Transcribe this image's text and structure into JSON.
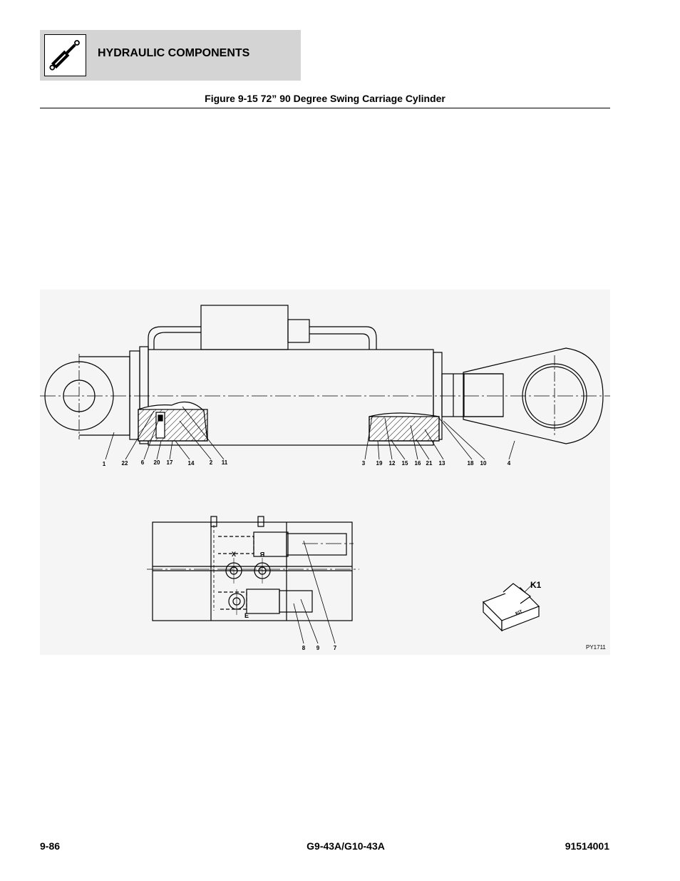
{
  "header": {
    "section_title": "HYDRAULIC COMPONENTS",
    "icon": "hydraulic-cylinder-icon"
  },
  "figure": {
    "title": "Figure 9-15 72” 90 Degree Swing Carriage Cylinder",
    "callouts": [
      "1",
      "22",
      "6",
      "20",
      "17",
      "14",
      "2",
      "11",
      "3",
      "19",
      "12",
      "15",
      "16",
      "21",
      "13",
      "18",
      "10",
      "4",
      "8",
      "9",
      "7"
    ],
    "port_labels": [
      "X",
      "B",
      "E"
    ],
    "kit_label": "K1",
    "kit_box_text": "KIT",
    "drawing_id": "PY1711"
  },
  "footer": {
    "page_number": "9-86",
    "model": "G9-43A/G10-43A",
    "doc_number": "91514001"
  }
}
